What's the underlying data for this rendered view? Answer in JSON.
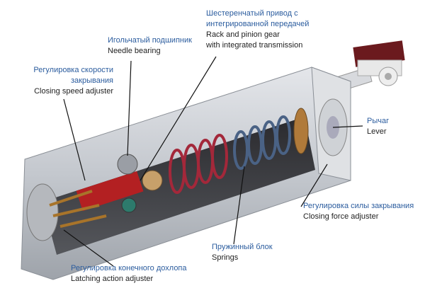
{
  "labels": {
    "rack_pinion": {
      "ru1": "Шестеренчатый привод с",
      "ru2": "интегрированной передачей",
      "en1": "Rack and pinion gear",
      "en2": "with integrated transmission"
    },
    "needle_bearing": {
      "ru": "Игольчатый подшипник",
      "en": "Needle bearing"
    },
    "closing_speed": {
      "ru1": "Регулировка скорости",
      "ru2": "закрывания",
      "en": "Closing speed adjuster"
    },
    "lever": {
      "ru": "Рычаг",
      "en": "Lever"
    },
    "closing_force": {
      "ru": "Регулировка силы закрывания",
      "en": "Closing force adjuster"
    },
    "springs": {
      "ru": "Пружинный блок",
      "en": "Springs"
    },
    "latching": {
      "ru": "Регулировка конечного дохлопа",
      "en": "Latching action adjuster"
    }
  },
  "colors": {
    "russian_text": "#2b5c9e",
    "english_text": "#222222",
    "housing": "#c9ccd1",
    "spring_red": "#a3283a",
    "spring_blue": "#2c3e5c"
  }
}
